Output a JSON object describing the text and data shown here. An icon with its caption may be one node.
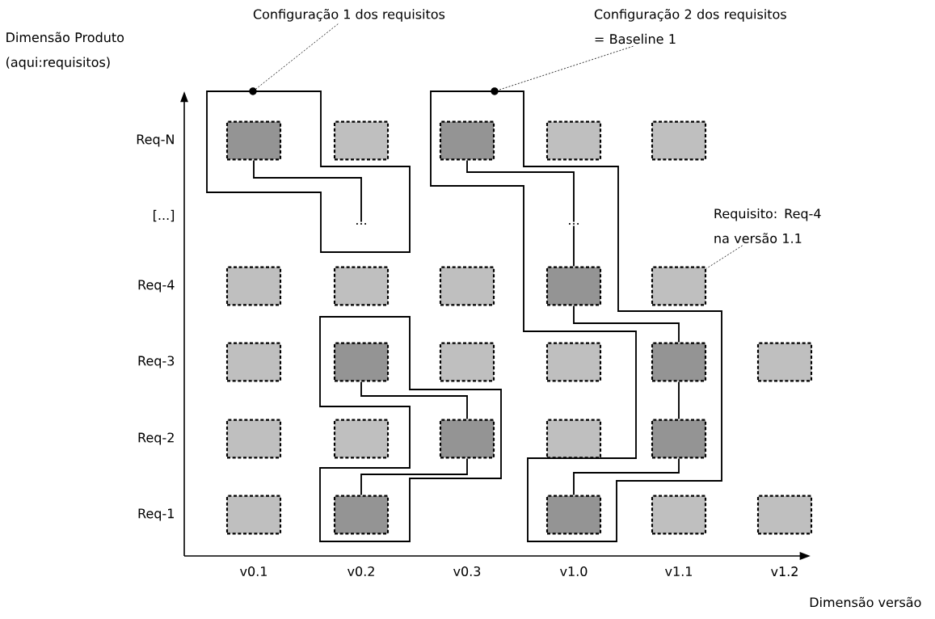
{
  "diagram": {
    "nodes": [
      {
        "text": [
          "Configuração 1 dos requisitos"
        ]
      },
      {
        "text": [
          "Configuração 2 dos requisitos = Baseline 1"
        ]
      },
      {
        "text": [
          "Requisito: Req-4 na versão 1.1"
        ]
      },
      {
        "text": [],
        "shape": "polygon"
      },
      {
        "text": [],
        "shape": "box",
        "in": 3
      },
      {
        "text": [
          "..."
        ],
        "in": 3
      },
      {
        "text": [],
        "shape": "polygon"
      },
      {
        "text": [],
        "shape": "box",
        "in": 6
      },
      {
        "text": [],
        "shape": "box",
        "in": 6
      },
      {
        "text": [],
        "shape": "box",
        "in": 6
      },
      {
        "text": [],
        "shape": "polygon"
      },
      {
        "text": [],
        "shape": "box",
        "in": 10
      },
      {
        "text": [
          "..."
        ],
        "in": 10
      },
      {
        "text": [],
        "shape": "box",
        "in": 10
      },
      {
        "text": [],
        "shape": "box",
        "in": 10
      },
      {
        "text": [],
        "shape": "box",
        "in": 10
      },
      {
        "text": [],
        "shape": "box",
        "in": 10
      },
      {
        "text": [],
        "shape": "box"
      },
      {
        "text": [],
        "shape": "box"
      },
      {
        "text": [],
        "shape": "box"
      },
      {
        "text": [],
        "shape": "box"
      },
      {
        "text": [],
        "shape": "box"
      },
      {
        "text": [],
        "shape": "box"
      },
      {
        "text": [],
        "shape": "box"
      },
      {
        "text": [],
        "shape": "box"
      },
      {
        "text": [],
        "shape": "box"
      },
      {
        "text": [],
        "shape": "box"
      },
      {
        "text": [],
        "shape": "box"
      },
      {
        "text": [],
        "shape": "box"
      },
      {
        "text": [],
        "shape": "box"
      },
      {
        "text": [],
        "shape": "box"
      },
      {
        "text": [],
        "shape": "box"
      },
      {
        "text": [],
        "shape": "box"
      },
      {
        "text": [],
        "shape": "box"
      },
      {
        "text": [],
        "shape": "circle"
      },
      {
        "text": [],
        "shape": "circle"
      }
    ],
    "edges": [
      {
        "from": 0,
        "to": 34,
        "arrow": "none",
        "style": "dashed"
      },
      {
        "from": 1,
        "to": 35,
        "arrow": "none",
        "style": "dashed"
      },
      {
        "from": 2,
        "to": 23,
        "arrow": "none",
        "style": "dashed"
      },
      {
        "from": 4,
        "to": 5,
        "arrow": "none"
      },
      {
        "from": 7,
        "to": 8,
        "arrow": "none"
      },
      {
        "from": 8,
        "to": 9,
        "arrow": "none"
      },
      {
        "from": 11,
        "to": 12,
        "arrow": "none"
      },
      {
        "from": 12,
        "to": 13,
        "arrow": "none"
      },
      {
        "from": 13,
        "to": 14,
        "arrow": "none"
      },
      {
        "from": 14,
        "to": 15,
        "arrow": "none"
      },
      {
        "from": 15,
        "to": 16,
        "arrow": "none"
      }
    ],
    "labels": [
      "Dimensão Produto (aqui:requisitos)",
      "Req-N",
      "[...]",
      "Req-4",
      "Req-3",
      "Req-2",
      "Req-1",
      "v0.1",
      "v0.2",
      "v0.3",
      "v1.0",
      "v1.1",
      "v1.2",
      "Dimensão versão"
    ]
  }
}
